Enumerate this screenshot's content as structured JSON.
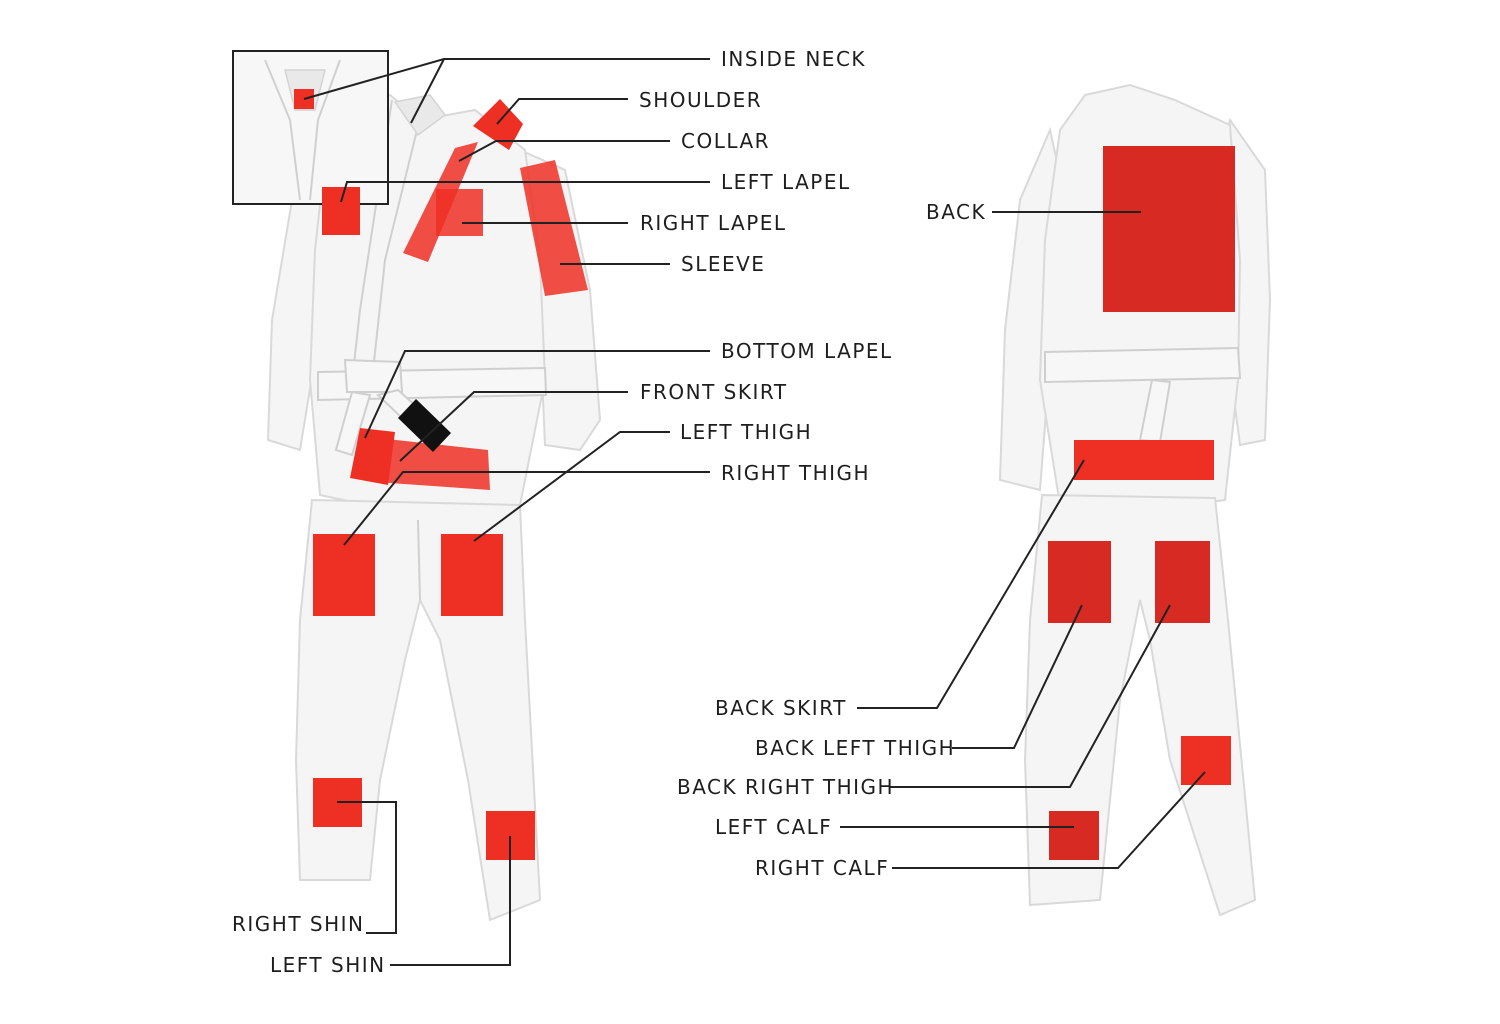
{
  "labels": {
    "inside_neck": "INSIDE NECK",
    "shoulder": "SHOULDER",
    "collar": "COLLAR",
    "left_lapel": "LEFT LAPEL",
    "right_lapel": "RIGHT LAPEL",
    "sleeve": "SLEEVE",
    "bottom_lapel": "BOTTOM LAPEL",
    "front_skirt": "FRONT SKIRT",
    "left_thigh": "LEFT THIGH",
    "right_thigh": "RIGHT THIGH",
    "right_shin": "RIGHT SHIN",
    "left_shin": "LEFT SHIN",
    "back": "BACK",
    "back_skirt": "BACK SKIRT",
    "back_left_thigh": "BACK LEFT THIGH",
    "back_right_thigh": "BACK RIGHT THIGH",
    "left_calf": "LEFT CALF",
    "right_calf": "RIGHT CALF"
  },
  "colors": {
    "patch": "#ee2f24",
    "gi": "#f5f5f5",
    "belt_bar": "#111111",
    "text": "#1e1e1e"
  }
}
